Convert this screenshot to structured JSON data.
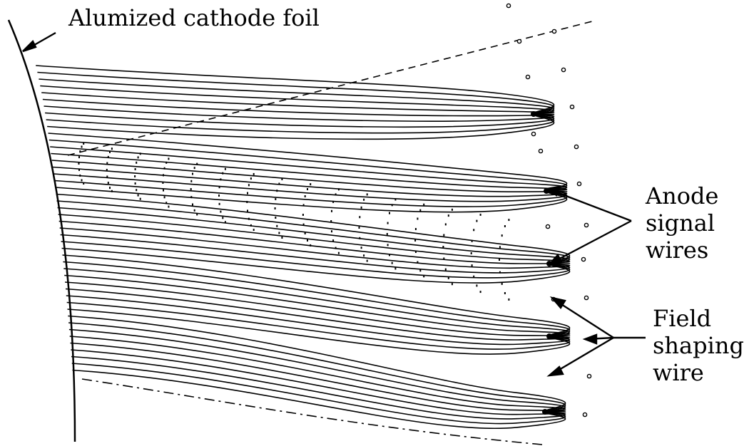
{
  "labels": {
    "cathode": "Alumized cathode foil",
    "anode": [
      "Anode",
      "signal",
      "wires"
    ],
    "field": [
      "Field",
      "shaping",
      "wire"
    ]
  },
  "colors": {
    "ink": "#000000",
    "paper": "#ffffff"
  }
}
